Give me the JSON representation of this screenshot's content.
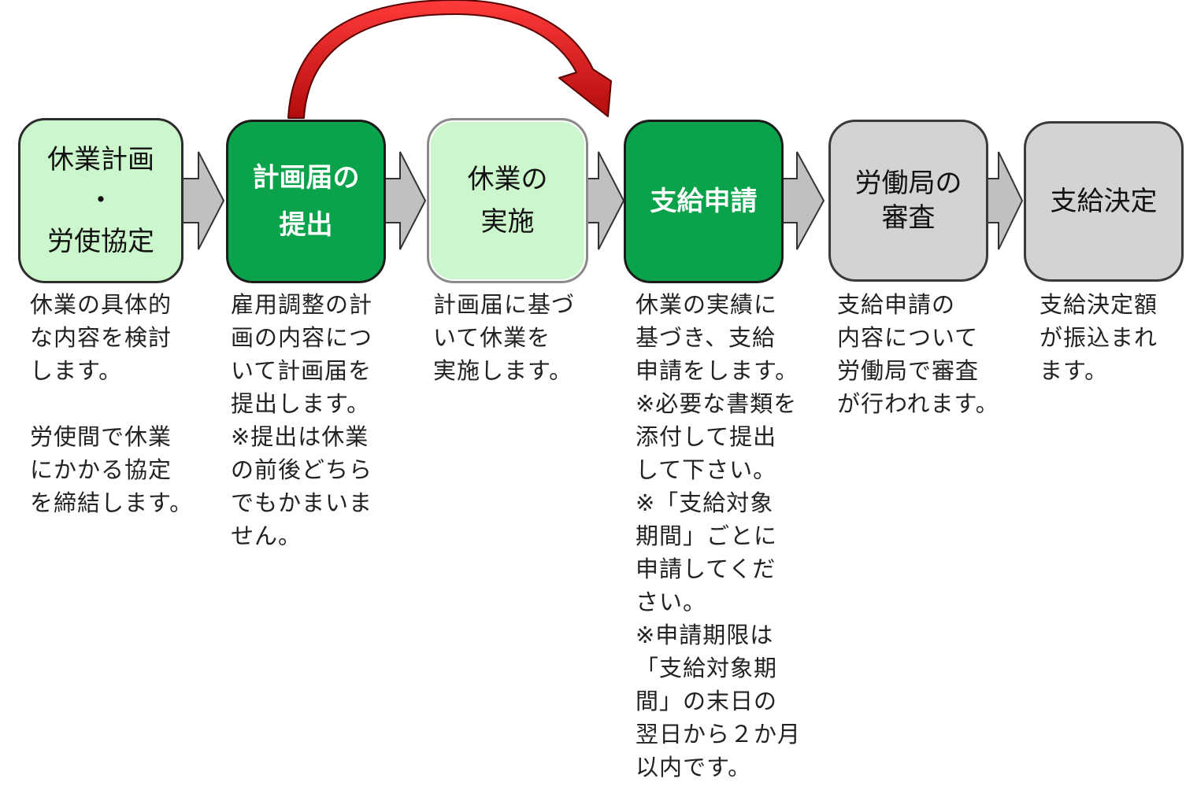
{
  "steps": [
    {
      "title_lines": [
        "休業計画",
        "・",
        "労使協定"
      ],
      "description": "休業の具体的\nな内容を検討\nします。\n\n労使間で休業\nにかかる協定\nを締結します。"
    },
    {
      "title_lines": [
        "計画届の",
        "提出"
      ],
      "description": "雇用調整の計\n画の内容につ\nいて計画届を\n提出します。\n※提出は休業\nの前後どちら\nでもかまいま\nせん。"
    },
    {
      "title_lines": [
        "休業の",
        "実施"
      ],
      "description": "計画届に基づ\nいて休業を\n実施します。"
    },
    {
      "title_lines": [
        "支給申請"
      ],
      "description": "休業の実績に\n基づき、支給\n申請をします。\n※必要な書類を\n添付して提出\nして下さい。\n※「支給対象\n期間」ごとに\n申請してくだ\nさい。\n※申請期限は\n「支給対象期\n間」の末日の\n翌日から２か月\n以内です。"
    },
    {
      "title_lines": [
        "労働局の",
        "審査"
      ],
      "description": "支給申請の\n内容について\n労働局で審査\nが行われます。"
    },
    {
      "title_lines": [
        "支給決定"
      ],
      "description": "支給決定額\nが振込まれ\nます。"
    }
  ],
  "colors": {
    "light_green": "#ccf7cc",
    "dark_green": "#0aa24a",
    "gray": "#d3d3d3",
    "connector_arrow": "#c0c0c0",
    "curved_arrow": "#d41414"
  }
}
